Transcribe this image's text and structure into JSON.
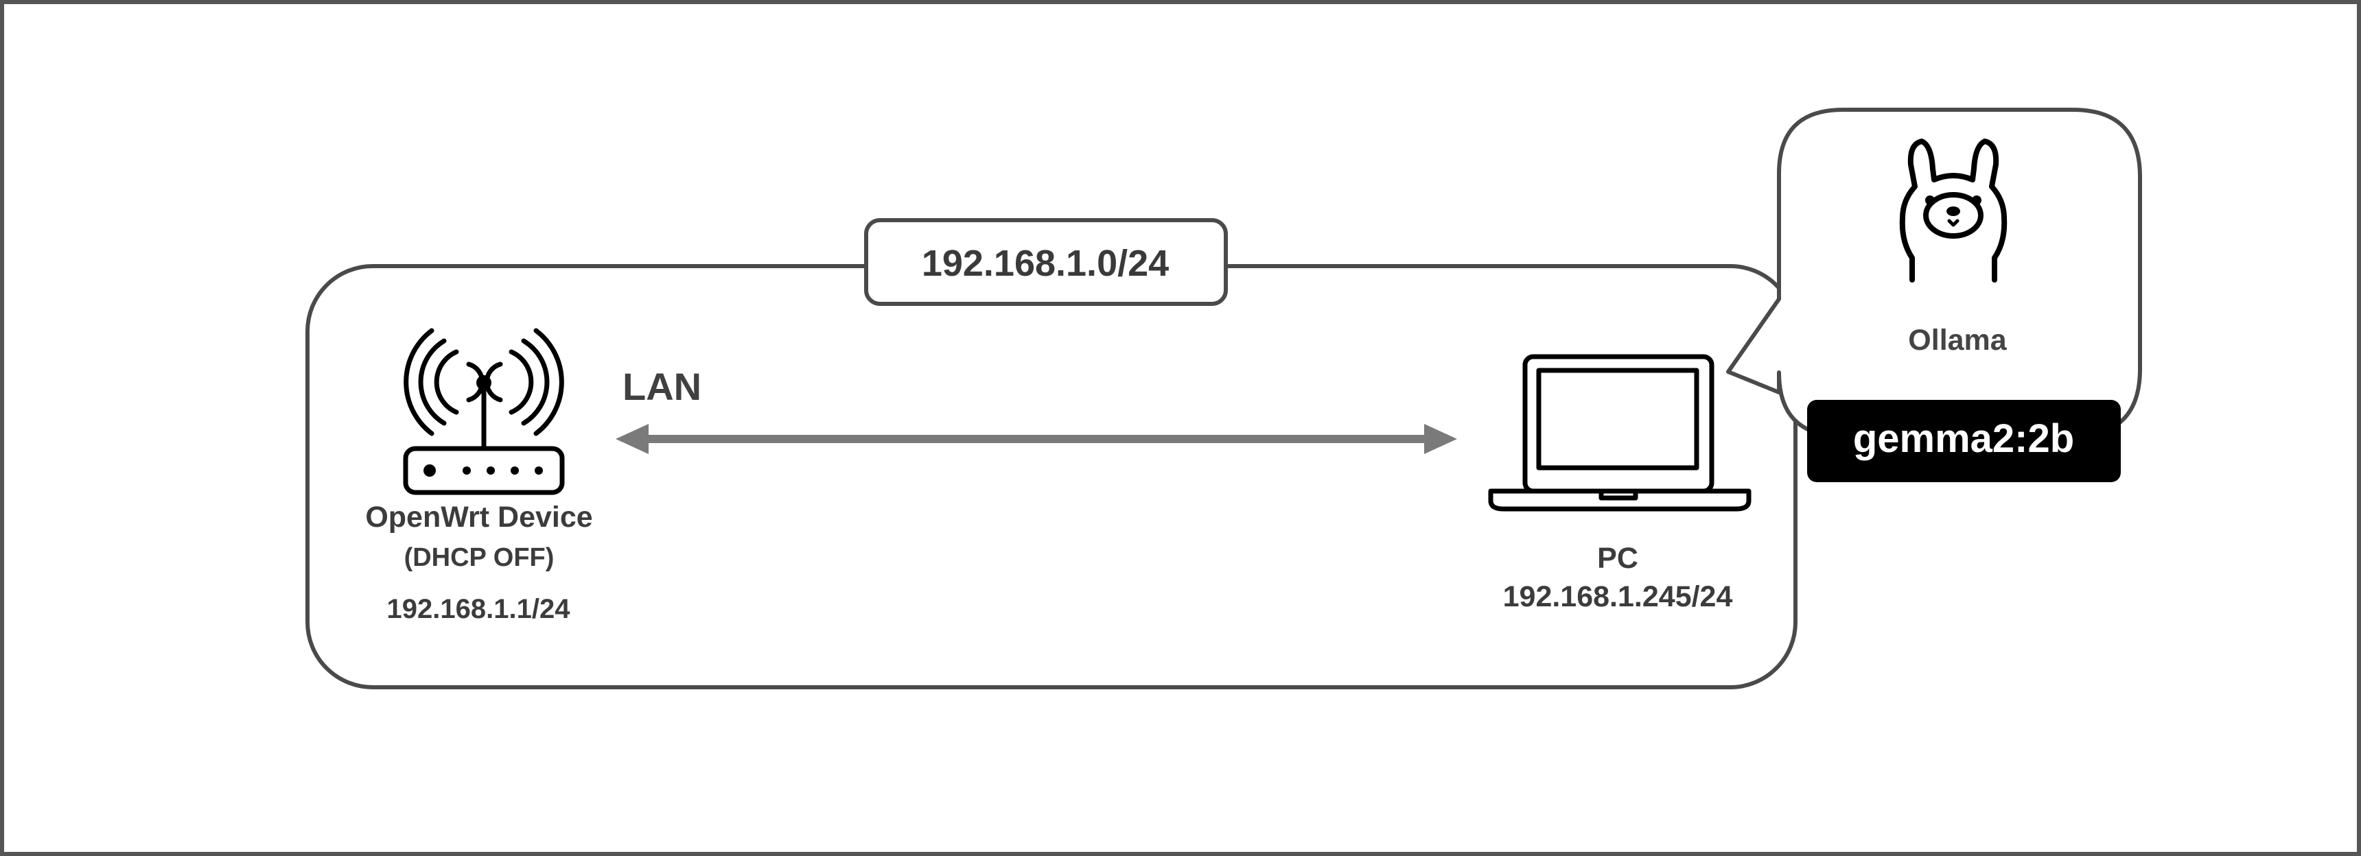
{
  "network": {
    "subnet": "192.168.1.0/24",
    "link_label": "LAN"
  },
  "router": {
    "name": "OpenWrt Device",
    "note": "(DHCP OFF)",
    "ip": "192.168.1.1/24",
    "icon": "wifi-router-icon"
  },
  "pc": {
    "name": "PC",
    "ip": "192.168.1.245/24",
    "icon": "laptop-icon"
  },
  "ollama": {
    "name": "Ollama",
    "model": "gemma2:2b",
    "icon": "llama-icon"
  },
  "colors": {
    "stroke": "#4a4a4a",
    "arrow": "#7a7a7a",
    "badge": "#000000",
    "badge_text": "#ffffff"
  }
}
